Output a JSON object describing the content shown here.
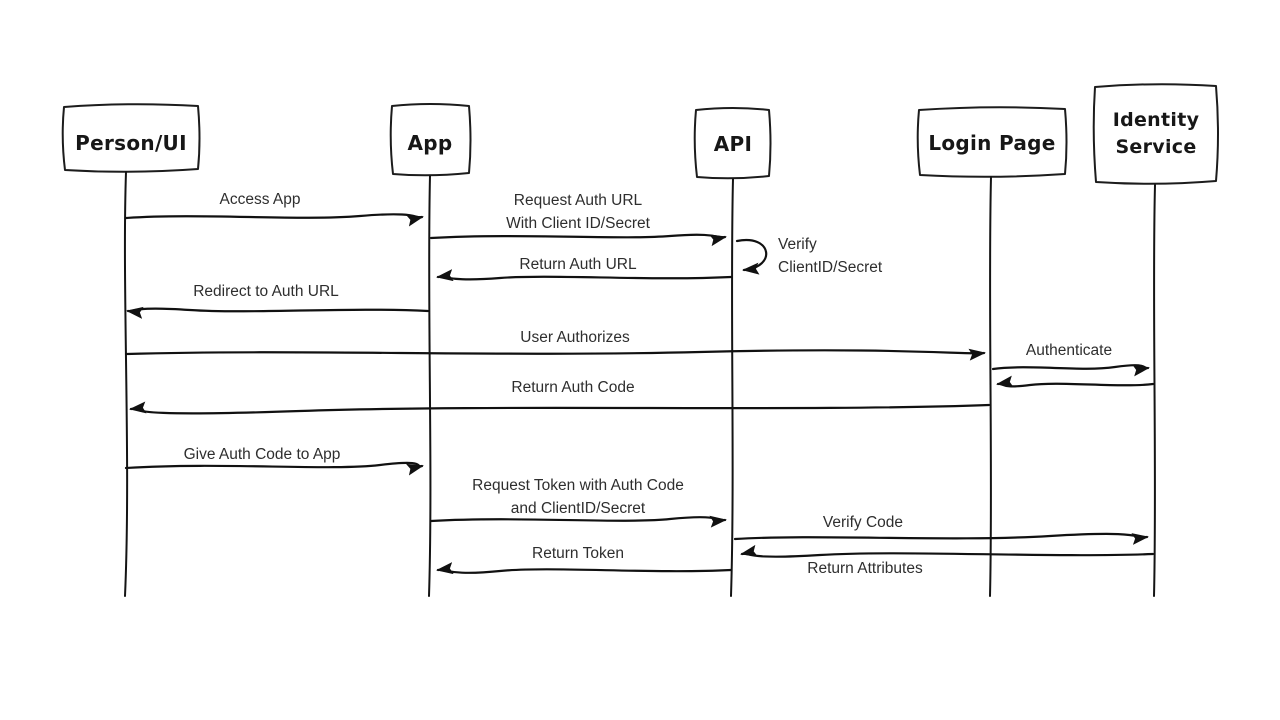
{
  "colors": {
    "background": "#ffffff",
    "ink": "#1c1c1c",
    "label_text": "#2e2e2e"
  },
  "actors": [
    {
      "label": "Person/UI"
    },
    {
      "label": "App"
    },
    {
      "label": "API"
    },
    {
      "label": "Login Page"
    },
    {
      "label": "Identity",
      "label2": "Service"
    }
  ],
  "messages": [
    {
      "label": "Access App",
      "from": "Person/UI",
      "to": "App"
    },
    {
      "label": "Request Auth URL",
      "label2": "With Client ID/Secret",
      "from": "App",
      "to": "API"
    },
    {
      "label": "Verify",
      "label2": "ClientID/Secret",
      "from": "API",
      "to": "API",
      "self_message": true
    },
    {
      "label": "Return Auth URL",
      "from": "API",
      "to": "App"
    },
    {
      "label": "Redirect to Auth URL",
      "from": "App",
      "to": "Person/UI"
    },
    {
      "label": "User Authorizes",
      "from": "Person/UI",
      "to": "Login Page"
    },
    {
      "label": "Authenticate",
      "from": "Login Page",
      "to": "Identity Service"
    },
    {
      "label": "",
      "from": "Identity Service",
      "to": "Login Page"
    },
    {
      "label": "Return Auth Code",
      "from": "Login Page",
      "to": "Person/UI"
    },
    {
      "label": "Give Auth Code to App",
      "from": "Person/UI",
      "to": "App"
    },
    {
      "label": "Request Token with Auth Code",
      "label2": "and ClientID/Secret",
      "from": "App",
      "to": "API"
    },
    {
      "label": "Verify Code",
      "from": "API",
      "to": "Identity Service"
    },
    {
      "label": "Return Attributes",
      "from": "Identity Service",
      "to": "API"
    },
    {
      "label": "Return Token",
      "from": "API",
      "to": "App"
    }
  ]
}
